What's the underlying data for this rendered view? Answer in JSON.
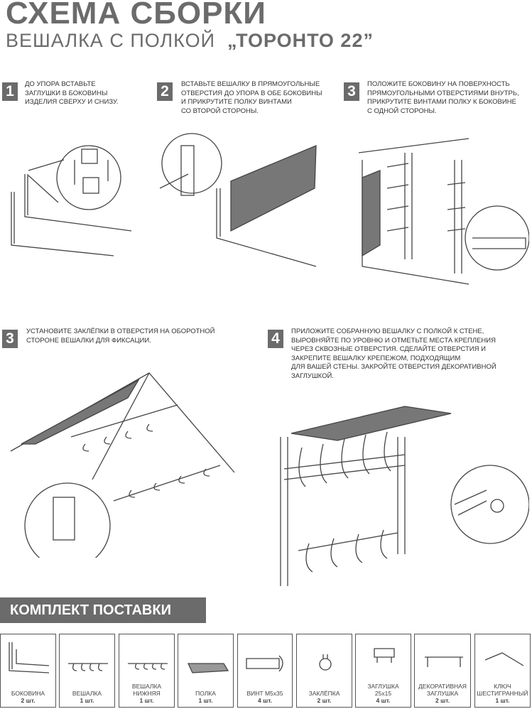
{
  "header": {
    "title": "СХЕМА СБОРКИ",
    "subtitle": "ВЕШАЛКА С ПОЛКОЙ",
    "model": "„ТОРОНТО 22”"
  },
  "steps": [
    {
      "number": "1",
      "text": "ДО УПОРА ВСТАВЬТЕ\nЗАГЛУШКИ В БОКОВИНЫ\nИЗДЕЛИЯ СВЕРХУ И СНИЗУ."
    },
    {
      "number": "2",
      "text": "ВСТАВЬТЕ  ВЕШАЛКУ В ПРЯМОУГОЛЬНЫЕ\nОТВЕРСТИЯ ДО УПОРА В ОБЕ БОКОВИНЫ\nИ ПРИКРУТИТЕ ПОЛКУ ВИНТАМИ\nСО ВТОРОЙ СТОРОНЫ."
    },
    {
      "number": "3",
      "text": "ПОЛОЖИТЕ БОКОВИНУ НА ПОВЕРХНОСТЬ\nПРЯМОУГОЛЬНЫМИ ОТВЕРСТИЯМИ ВНУТРЬ,\nПРИКРУТИТЕ ВИНТАМИ ПОЛКУ К БОКОВИНЕ\nС ОДНОЙ СТОРОНЫ."
    },
    {
      "number": "3",
      "text": "УСТАНОВИТЕ ЗАКЛЁПКИ В ОТВЕРСТИЯ НА ОБОРОТНОЙ\nСТОРОНЕ ВЕШАЛКИ ДЛЯ ФИКСАЦИИ."
    },
    {
      "number": "4",
      "text": "ПРИЛОЖИТЕ СОБРАННУЮ ВЕШАЛКУ С ПОЛКОЙ К СТЕНЕ,\nВЫРОВНЯЙТЕ ПО УРОВНЮ И ОТМЕТЬТЕ МЕСТА КРЕПЛЕНИЯ\nЧЕРЕЗ СКВОЗНЫЕ ОТВЕРСТИЯ.  СДЕЛАЙТЕ ОТВЕРСТИЯ И\nЗАКРЕПИТЕ ВЕШАЛКУ КРЕПЕЖОМ, ПОДХОДЯЩИМ\nДЛЯ ВАШЕЙ СТЕНЫ. ЗАКРОЙТЕ ОТВЕРСТИЯ ДЕКОРАТИВНОЙ\nЗАГЛУШКОЙ."
    }
  ],
  "kit": {
    "title": "КОМПЛЕКТ ПОСТАВКИ",
    "items": [
      {
        "name": "БОКОВИНА",
        "qty": "2 шт."
      },
      {
        "name": "ВЕШАЛКА",
        "qty": "1 шт."
      },
      {
        "name": "ВЕШАЛКА\nНИЖНЯЯ",
        "qty": "1 шт."
      },
      {
        "name": "ПОЛКА",
        "qty": "1 шт."
      },
      {
        "name": "ВИНТ М5х35",
        "qty": "4 шт."
      },
      {
        "name": "ЗАКЛЁПКА",
        "qty": "2 шт."
      },
      {
        "name": "ЗАГЛУШКА\n25х15",
        "qty": "4 шт."
      },
      {
        "name": "ДЕКОРАТИВНАЯ\nЗАГЛУШКА",
        "qty": "2 шт."
      },
      {
        "name": "КЛЮЧ\nШЕСТИГРАННЫЙ",
        "qty": "1 шт."
      }
    ]
  }
}
